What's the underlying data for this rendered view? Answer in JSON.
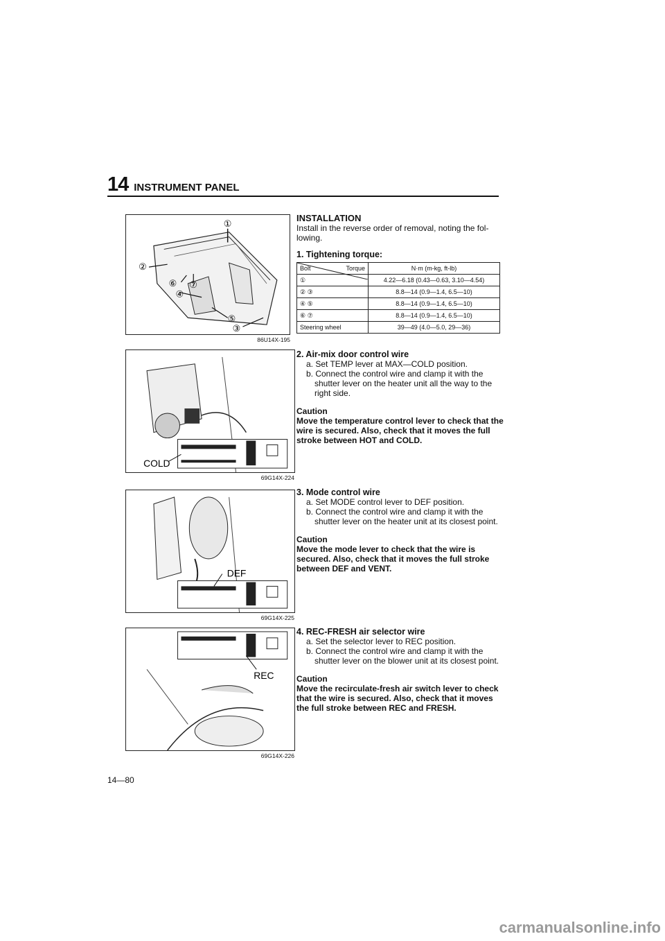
{
  "header": {
    "section_number": "14",
    "title": "INSTRUMENT PANEL"
  },
  "figures": [
    {
      "code": "86U14X-195",
      "callouts": [
        "①",
        "②",
        "③",
        "④",
        "⑤",
        "⑥",
        "⑦"
      ]
    },
    {
      "code": "69G14X-224",
      "label": "COLD"
    },
    {
      "code": "69G14X-225",
      "label": "DEF"
    },
    {
      "code": "69G14X-226",
      "label": "REC"
    }
  ],
  "installation": {
    "heading": "INSTALLATION",
    "intro": "Install in the reverse order of removal, noting the fol-lowing."
  },
  "step1": {
    "title": "1. Tightening torque:",
    "table": {
      "header_torque": "Torque",
      "header_bolt": "Bolt",
      "header_value": "N·m (m-kg, ft-lb)",
      "rows": [
        [
          "①",
          "4.22—6.18 (0.43—0.63, 3.10—4.54)"
        ],
        [
          "② ③",
          "8.8—14 (0.9—1.4, 6.5—10)"
        ],
        [
          "④ ⑤",
          "8.8—14 (0.9—1.4, 6.5—10)"
        ],
        [
          "⑥ ⑦",
          "8.8—14 (0.9—1.4, 6.5—10)"
        ],
        [
          "Steering wheel",
          "39—49 (4.0—5.0, 29—36)"
        ]
      ]
    }
  },
  "step2": {
    "title": "2. Air-mix door control wire",
    "a": "a. Set TEMP lever at MAX—COLD position.",
    "b": "b. Connect the control wire and clamp it with the shutter lever on the heater unit all the way to the right side.",
    "caution_title": "Caution",
    "caution_body": "Move the temperature control lever to check that the wire is secured. Also, check that it moves the full stroke between HOT and COLD."
  },
  "step3": {
    "title": "3. Mode control wire",
    "a": "a. Set MODE control lever to DEF position.",
    "b": "b. Connect the control wire and clamp it with the shutter lever on the heater unit at its closest point.",
    "caution_title": "Caution",
    "caution_body": "Move the mode lever to check that the wire is secured. Also, check that it moves the full stroke between DEF and VENT."
  },
  "step4": {
    "title": "4. REC-FRESH air selector wire",
    "a": "a. Set the selector lever to REC position.",
    "b": "b. Connect the control wire and clamp it with the shutter lever on the blower unit at its closest point.",
    "caution_title": "Caution",
    "caution_body": "Move the recirculate-fresh air switch lever to check that the wire is secured. Also, check that it moves the full stroke between REC and FRESH."
  },
  "page_number": "14—80",
  "watermark": "carmanualsonline.info"
}
